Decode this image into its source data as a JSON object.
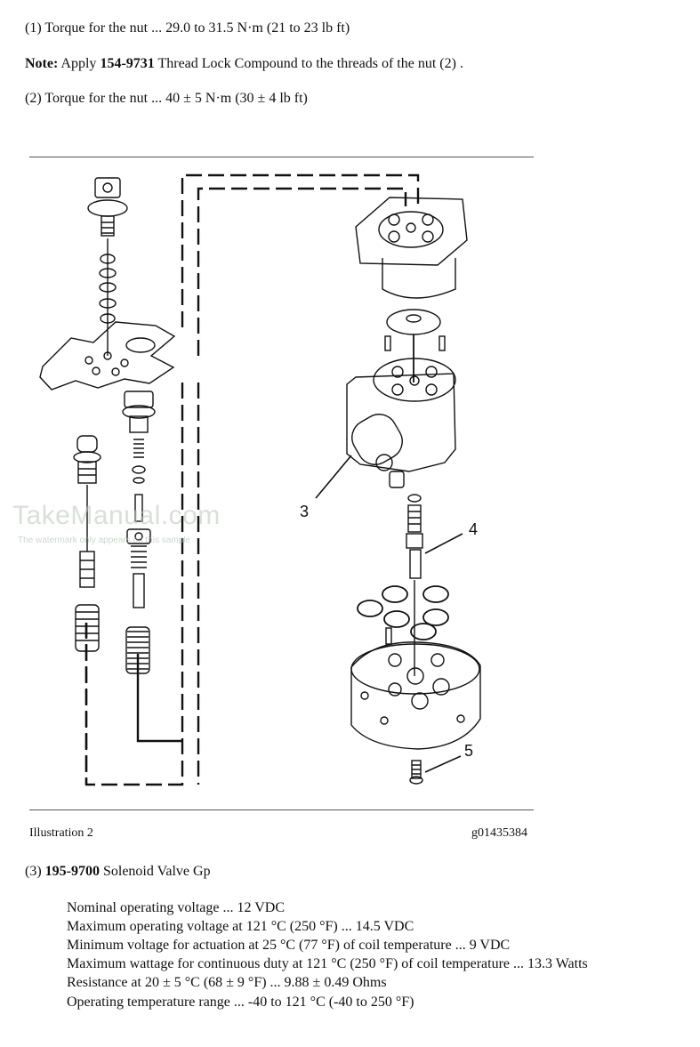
{
  "torque_lines": [
    {
      "prefix": "(1) Torque for the nut ... 29.0 to 31.5 N·m (21 to 23 lb ft)"
    },
    {
      "note_label": "Note:",
      "text_a": " Apply ",
      "part": "154-9731",
      "text_b": " Thread Lock Compound to the threads of the nut (2) ."
    },
    {
      "prefix": "(2) Torque for the nut ... 40 ± 5 N·m (30 ± 4 lb ft)"
    }
  ],
  "illustration": {
    "callouts": [
      "3",
      "4",
      "5"
    ],
    "caption_left": "Illustration 2",
    "caption_right": "g01435384"
  },
  "watermark": {
    "title": "TakeManual.com",
    "subtitle": "The watermark only appears on this sample"
  },
  "solenoid": {
    "heading_prefix": "(3) ",
    "part": "195-9700",
    "heading_suffix": " Solenoid Valve Gp",
    "specs": [
      "Nominal operating voltage ... 12 VDC",
      "Maximum operating voltage at 121 °C (250 °F) ... 14.5 VDC",
      "Minimum voltage for actuation at 25 °C (77 °F) of coil temperature ... 9 VDC",
      "Maximum wattage for continuous duty at 121 °C (250 °F) of coil temperature ... 13.3 Watts",
      "Resistance at 20 ± 5 °C (68 ± 9 °F) ... 9.88 ± 0.49 Ohms",
      "Operating temperature range ... -40 to 121 °C (-40 to 250 °F)"
    ]
  }
}
